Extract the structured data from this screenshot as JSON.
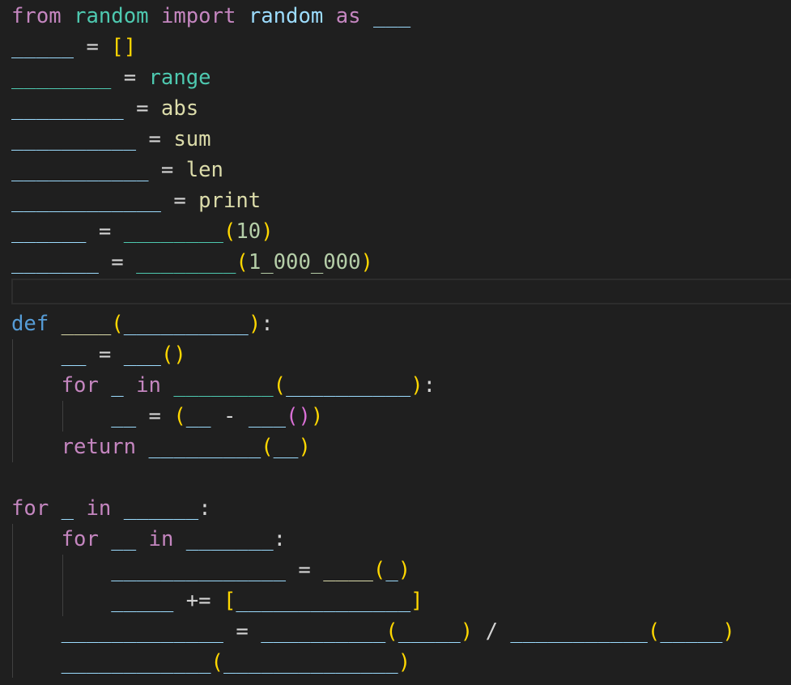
{
  "editor": {
    "language": "python",
    "theme_colors": {
      "background": "#1f1f1f",
      "keyword": "#c586c0",
      "keyword_def": "#569cd6",
      "identifier": "#9cdcfe",
      "class_name": "#4ec9b0",
      "function": "#dcdcaa",
      "number": "#b5cea8",
      "operator": "#d4d4d4",
      "bracket_level_1": "#ffd700",
      "bracket_level_2": "#da70d6"
    },
    "lines": [
      {
        "tokens": [
          {
            "t": "from",
            "c": "pink"
          },
          {
            "t": " ",
            "c": "op"
          },
          {
            "t": "random",
            "c": "teal"
          },
          {
            "t": " ",
            "c": "op"
          },
          {
            "t": "import",
            "c": "pink"
          },
          {
            "t": " ",
            "c": "op"
          },
          {
            "t": "random",
            "c": "var"
          },
          {
            "t": " ",
            "c": "op"
          },
          {
            "t": "as",
            "c": "pink"
          },
          {
            "t": " ",
            "c": "op"
          },
          {
            "t": "___",
            "c": "var"
          }
        ]
      },
      {
        "tokens": [
          {
            "t": "_____",
            "c": "var"
          },
          {
            "t": " = ",
            "c": "op"
          },
          {
            "t": "[]",
            "c": "br1"
          }
        ]
      },
      {
        "tokens": [
          {
            "t": "________",
            "c": "teal"
          },
          {
            "t": " = ",
            "c": "op"
          },
          {
            "t": "range",
            "c": "teal"
          }
        ]
      },
      {
        "tokens": [
          {
            "t": "_________",
            "c": "var"
          },
          {
            "t": " = ",
            "c": "op"
          },
          {
            "t": "abs",
            "c": "yellow"
          }
        ]
      },
      {
        "tokens": [
          {
            "t": "__________",
            "c": "var"
          },
          {
            "t": " = ",
            "c": "op"
          },
          {
            "t": "sum",
            "c": "yellow"
          }
        ]
      },
      {
        "tokens": [
          {
            "t": "___________",
            "c": "var"
          },
          {
            "t": " = ",
            "c": "op"
          },
          {
            "t": "len",
            "c": "yellow"
          }
        ]
      },
      {
        "tokens": [
          {
            "t": "____________",
            "c": "var"
          },
          {
            "t": " = ",
            "c": "op"
          },
          {
            "t": "print",
            "c": "yellow"
          }
        ]
      },
      {
        "tokens": [
          {
            "t": "______",
            "c": "var"
          },
          {
            "t": " = ",
            "c": "op"
          },
          {
            "t": "________",
            "c": "teal"
          },
          {
            "t": "(",
            "c": "br1"
          },
          {
            "t": "10",
            "c": "num"
          },
          {
            "t": ")",
            "c": "br1"
          }
        ]
      },
      {
        "tokens": [
          {
            "t": "_______",
            "c": "var"
          },
          {
            "t": " = ",
            "c": "op"
          },
          {
            "t": "________",
            "c": "teal"
          },
          {
            "t": "(",
            "c": "br1"
          },
          {
            "t": "1_000_000",
            "c": "num"
          },
          {
            "t": ")",
            "c": "br1"
          }
        ]
      },
      {
        "tokens": []
      },
      {
        "tokens": [
          {
            "t": "def",
            "c": "blue"
          },
          {
            "t": " ",
            "c": "op"
          },
          {
            "t": "____",
            "c": "yellow"
          },
          {
            "t": "(",
            "c": "br1"
          },
          {
            "t": "__________",
            "c": "var"
          },
          {
            "t": ")",
            "c": "br1"
          },
          {
            "t": ":",
            "c": "op"
          }
        ]
      },
      {
        "tokens": [
          {
            "t": "    ",
            "c": "op"
          },
          {
            "t": "__",
            "c": "var"
          },
          {
            "t": " = ",
            "c": "op"
          },
          {
            "t": "___",
            "c": "var"
          },
          {
            "t": "()",
            "c": "br1"
          }
        ]
      },
      {
        "tokens": [
          {
            "t": "    ",
            "c": "op"
          },
          {
            "t": "for",
            "c": "pink"
          },
          {
            "t": " ",
            "c": "op"
          },
          {
            "t": "_",
            "c": "var"
          },
          {
            "t": " ",
            "c": "op"
          },
          {
            "t": "in",
            "c": "pink"
          },
          {
            "t": " ",
            "c": "op"
          },
          {
            "t": "________",
            "c": "teal"
          },
          {
            "t": "(",
            "c": "br1"
          },
          {
            "t": "__________",
            "c": "var"
          },
          {
            "t": ")",
            "c": "br1"
          },
          {
            "t": ":",
            "c": "op"
          }
        ]
      },
      {
        "tokens": [
          {
            "t": "        ",
            "c": "op"
          },
          {
            "t": "__",
            "c": "var"
          },
          {
            "t": " = ",
            "c": "op"
          },
          {
            "t": "(",
            "c": "br1"
          },
          {
            "t": "__",
            "c": "var"
          },
          {
            "t": " - ",
            "c": "op"
          },
          {
            "t": "___",
            "c": "var"
          },
          {
            "t": "()",
            "c": "br2"
          },
          {
            "t": ")",
            "c": "br1"
          }
        ]
      },
      {
        "tokens": [
          {
            "t": "    ",
            "c": "op"
          },
          {
            "t": "return",
            "c": "pink"
          },
          {
            "t": " ",
            "c": "op"
          },
          {
            "t": "_________",
            "c": "var"
          },
          {
            "t": "(",
            "c": "br1"
          },
          {
            "t": "__",
            "c": "var"
          },
          {
            "t": ")",
            "c": "br1"
          }
        ]
      },
      {
        "tokens": []
      },
      {
        "tokens": [
          {
            "t": "for",
            "c": "pink"
          },
          {
            "t": " ",
            "c": "op"
          },
          {
            "t": "_",
            "c": "var"
          },
          {
            "t": " ",
            "c": "op"
          },
          {
            "t": "in",
            "c": "pink"
          },
          {
            "t": " ",
            "c": "op"
          },
          {
            "t": "______",
            "c": "var"
          },
          {
            "t": ":",
            "c": "op"
          }
        ]
      },
      {
        "tokens": [
          {
            "t": "    ",
            "c": "op"
          },
          {
            "t": "for",
            "c": "pink"
          },
          {
            "t": " ",
            "c": "op"
          },
          {
            "t": "__",
            "c": "var"
          },
          {
            "t": " ",
            "c": "op"
          },
          {
            "t": "in",
            "c": "pink"
          },
          {
            "t": " ",
            "c": "op"
          },
          {
            "t": "_______",
            "c": "var"
          },
          {
            "t": ":",
            "c": "op"
          }
        ]
      },
      {
        "tokens": [
          {
            "t": "        ",
            "c": "op"
          },
          {
            "t": "______________",
            "c": "var"
          },
          {
            "t": " = ",
            "c": "op"
          },
          {
            "t": "____",
            "c": "yellow"
          },
          {
            "t": "(",
            "c": "br1"
          },
          {
            "t": "_",
            "c": "var"
          },
          {
            "t": ")",
            "c": "br1"
          }
        ]
      },
      {
        "tokens": [
          {
            "t": "        ",
            "c": "op"
          },
          {
            "t": "_____",
            "c": "var"
          },
          {
            "t": " += ",
            "c": "op"
          },
          {
            "t": "[",
            "c": "br1"
          },
          {
            "t": "______________",
            "c": "var"
          },
          {
            "t": "]",
            "c": "br1"
          }
        ]
      },
      {
        "tokens": [
          {
            "t": "    ",
            "c": "op"
          },
          {
            "t": "_____________",
            "c": "var"
          },
          {
            "t": " = ",
            "c": "op"
          },
          {
            "t": "__________",
            "c": "var"
          },
          {
            "t": "(",
            "c": "br1"
          },
          {
            "t": "_____",
            "c": "var"
          },
          {
            "t": ")",
            "c": "br1"
          },
          {
            "t": " / ",
            "c": "op"
          },
          {
            "t": "___________",
            "c": "var"
          },
          {
            "t": "(",
            "c": "br1"
          },
          {
            "t": "_____",
            "c": "var"
          },
          {
            "t": ")",
            "c": "br1"
          }
        ]
      },
      {
        "tokens": [
          {
            "t": "    ",
            "c": "op"
          },
          {
            "t": "____________",
            "c": "var"
          },
          {
            "t": "(",
            "c": "br1"
          },
          {
            "t": "______________",
            "c": "var"
          },
          {
            "t": ")",
            "c": "br1"
          }
        ]
      }
    ]
  }
}
